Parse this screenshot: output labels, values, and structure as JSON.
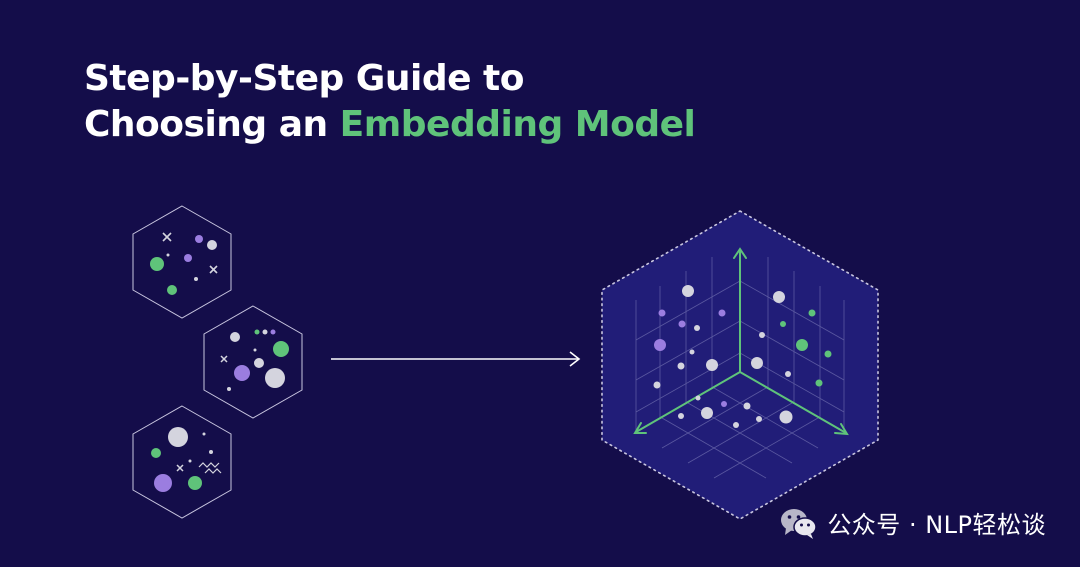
{
  "headline": {
    "line1": "Step-by-Step Guide to",
    "line2_prefix": "Choosing an ",
    "line2_accent": "Embedding Model"
  },
  "watermark": {
    "text": "公众号 · NLP轻松谈",
    "icon": "wechat-icon"
  },
  "colors": {
    "background": "#140d4a",
    "accent_green": "#5fc37a",
    "purple": "#9b7de0",
    "light_gray": "#d4d4de",
    "text_white": "#ffffff"
  }
}
